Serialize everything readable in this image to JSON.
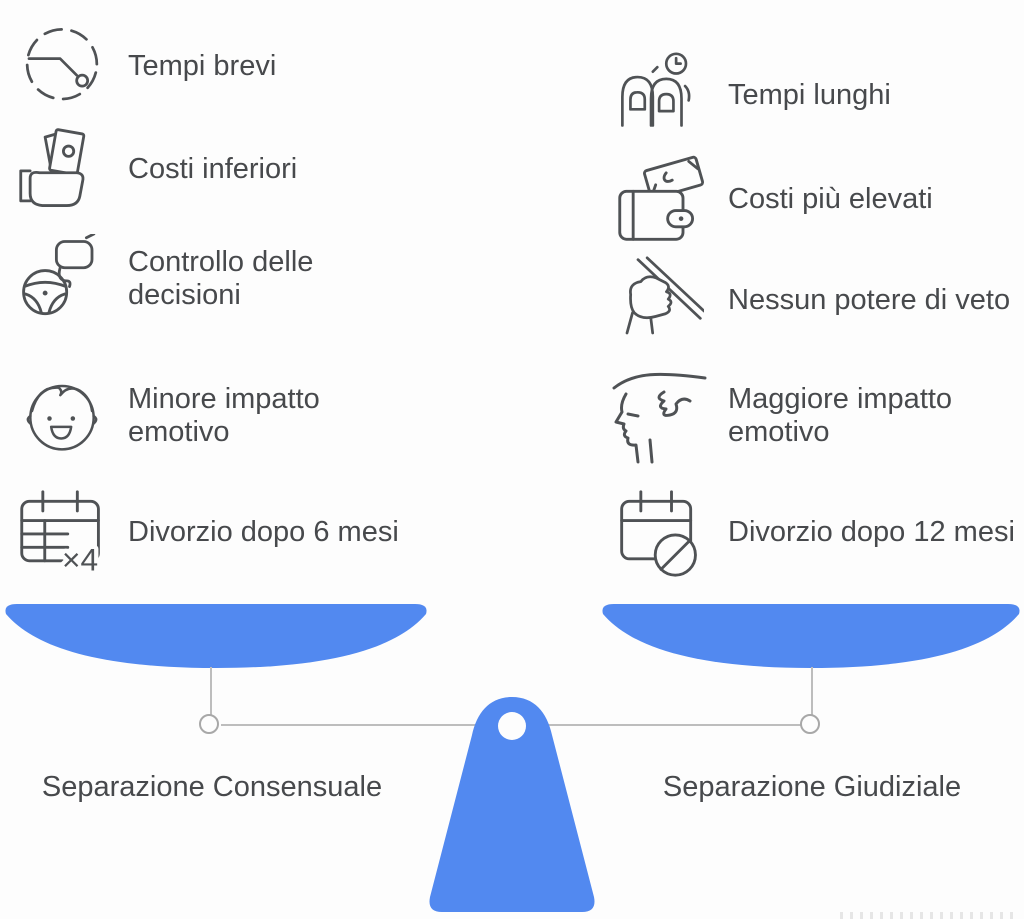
{
  "comparison": {
    "left": {
      "pan_label": "Separazione Consensuale",
      "items": [
        {
          "icon": "clock-icon",
          "label": "Tempi brevi"
        },
        {
          "icon": "money-hand-icon",
          "label": "Costi inferiori"
        },
        {
          "icon": "steering-wheel-chat-icon",
          "label": "Controllo delle\ndecisioni"
        },
        {
          "icon": "happy-child-face-icon",
          "label": "Minore impatto\nemotivo"
        },
        {
          "icon": "calendar-x4-icon",
          "label": "Divorzio dopo 6 mesi"
        }
      ]
    },
    "right": {
      "pan_label": "Separazione Giudiziale",
      "items": [
        {
          "icon": "people-clock-icon",
          "label": "Tempi lunghi"
        },
        {
          "icon": "wallet-money-icon",
          "label": "Costi più elevati"
        },
        {
          "icon": "hand-stick-icon",
          "label": "Nessun potere di veto"
        },
        {
          "icon": "worried-face-icon",
          "label": "Maggiore impatto\nemotivo"
        },
        {
          "icon": "calendar-blocked-icon",
          "label": "Divorzio dopo 12 mesi"
        }
      ]
    },
    "calendar_multiplier_label": "×4"
  },
  "colors": {
    "accent_blue": "#5289f0",
    "icon_gray": "#4f5255",
    "text_gray": "#47494c",
    "line_gray": "#bdbdbd",
    "bg": "#fdfdfd"
  }
}
